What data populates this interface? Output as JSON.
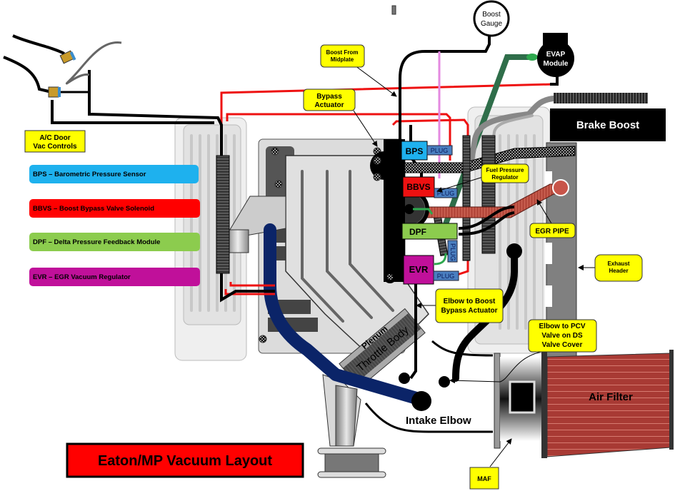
{
  "title": "Eaton/MP Vacuum Layout",
  "legend": [
    {
      "abbr": "BPS",
      "text": "BPS – Barometric Pressure Sensor",
      "color": "#1eb1ee"
    },
    {
      "abbr": "BBVS",
      "text": "BBVS – Boost Bypass Valve Solenoid",
      "color": "#ff0000"
    },
    {
      "abbr": "DPF",
      "text": "DPF – Delta Pressure Feedback Module",
      "color": "#8ccc4e"
    },
    {
      "abbr": "EVR",
      "text": "EVR – EGR Vacuum Regulator",
      "color": "#c0109a"
    }
  ],
  "components": {
    "bps": "BPS",
    "bbvs": "BBVS",
    "dpf": "DPF",
    "evr": "EVR",
    "plug": "PLUG",
    "brake_boost": "Brake Boost",
    "boost_gauge": [
      "Boost",
      "Gauge"
    ],
    "evap_module": [
      "EVAP",
      "Module"
    ],
    "plenum": "Plenum",
    "throttle_body": "Throttle Body",
    "intake_elbow": "Intake Elbow",
    "air_filter": "Air Filter"
  },
  "callouts": {
    "ac_door": [
      "A/C Door",
      "Vac Controls"
    ],
    "boost_midplate": [
      "Boost From",
      "Midplate"
    ],
    "bypass_actuator": [
      "Bypass",
      "Actuator"
    ],
    "fuel_pressure_regulator": [
      "Fuel Pressure",
      "Regulator"
    ],
    "egr_pipe": "EGR PIPE",
    "exhaust_header": [
      "Exhaust",
      "Header"
    ],
    "elbow_boost_bypass": [
      "Elbow to Boost",
      "Bypass Actuator"
    ],
    "elbow_pcv": [
      "Elbow to PCV",
      "Valve on DS",
      "Valve Cover"
    ],
    "maf": "MAF"
  },
  "colors": {
    "callout_fill": "#ffff00",
    "title_fill": "#ff0000",
    "vac_red": "#ee1111",
    "hose_black": "#000000",
    "intake_blue": "#0b2468",
    "egr_pipe": "#b5493c",
    "air_filter": "#a83a34",
    "evap_green": "#2f6e4a",
    "pink_line": "#e48ae0",
    "plug_blue": "#4a7fc0"
  }
}
